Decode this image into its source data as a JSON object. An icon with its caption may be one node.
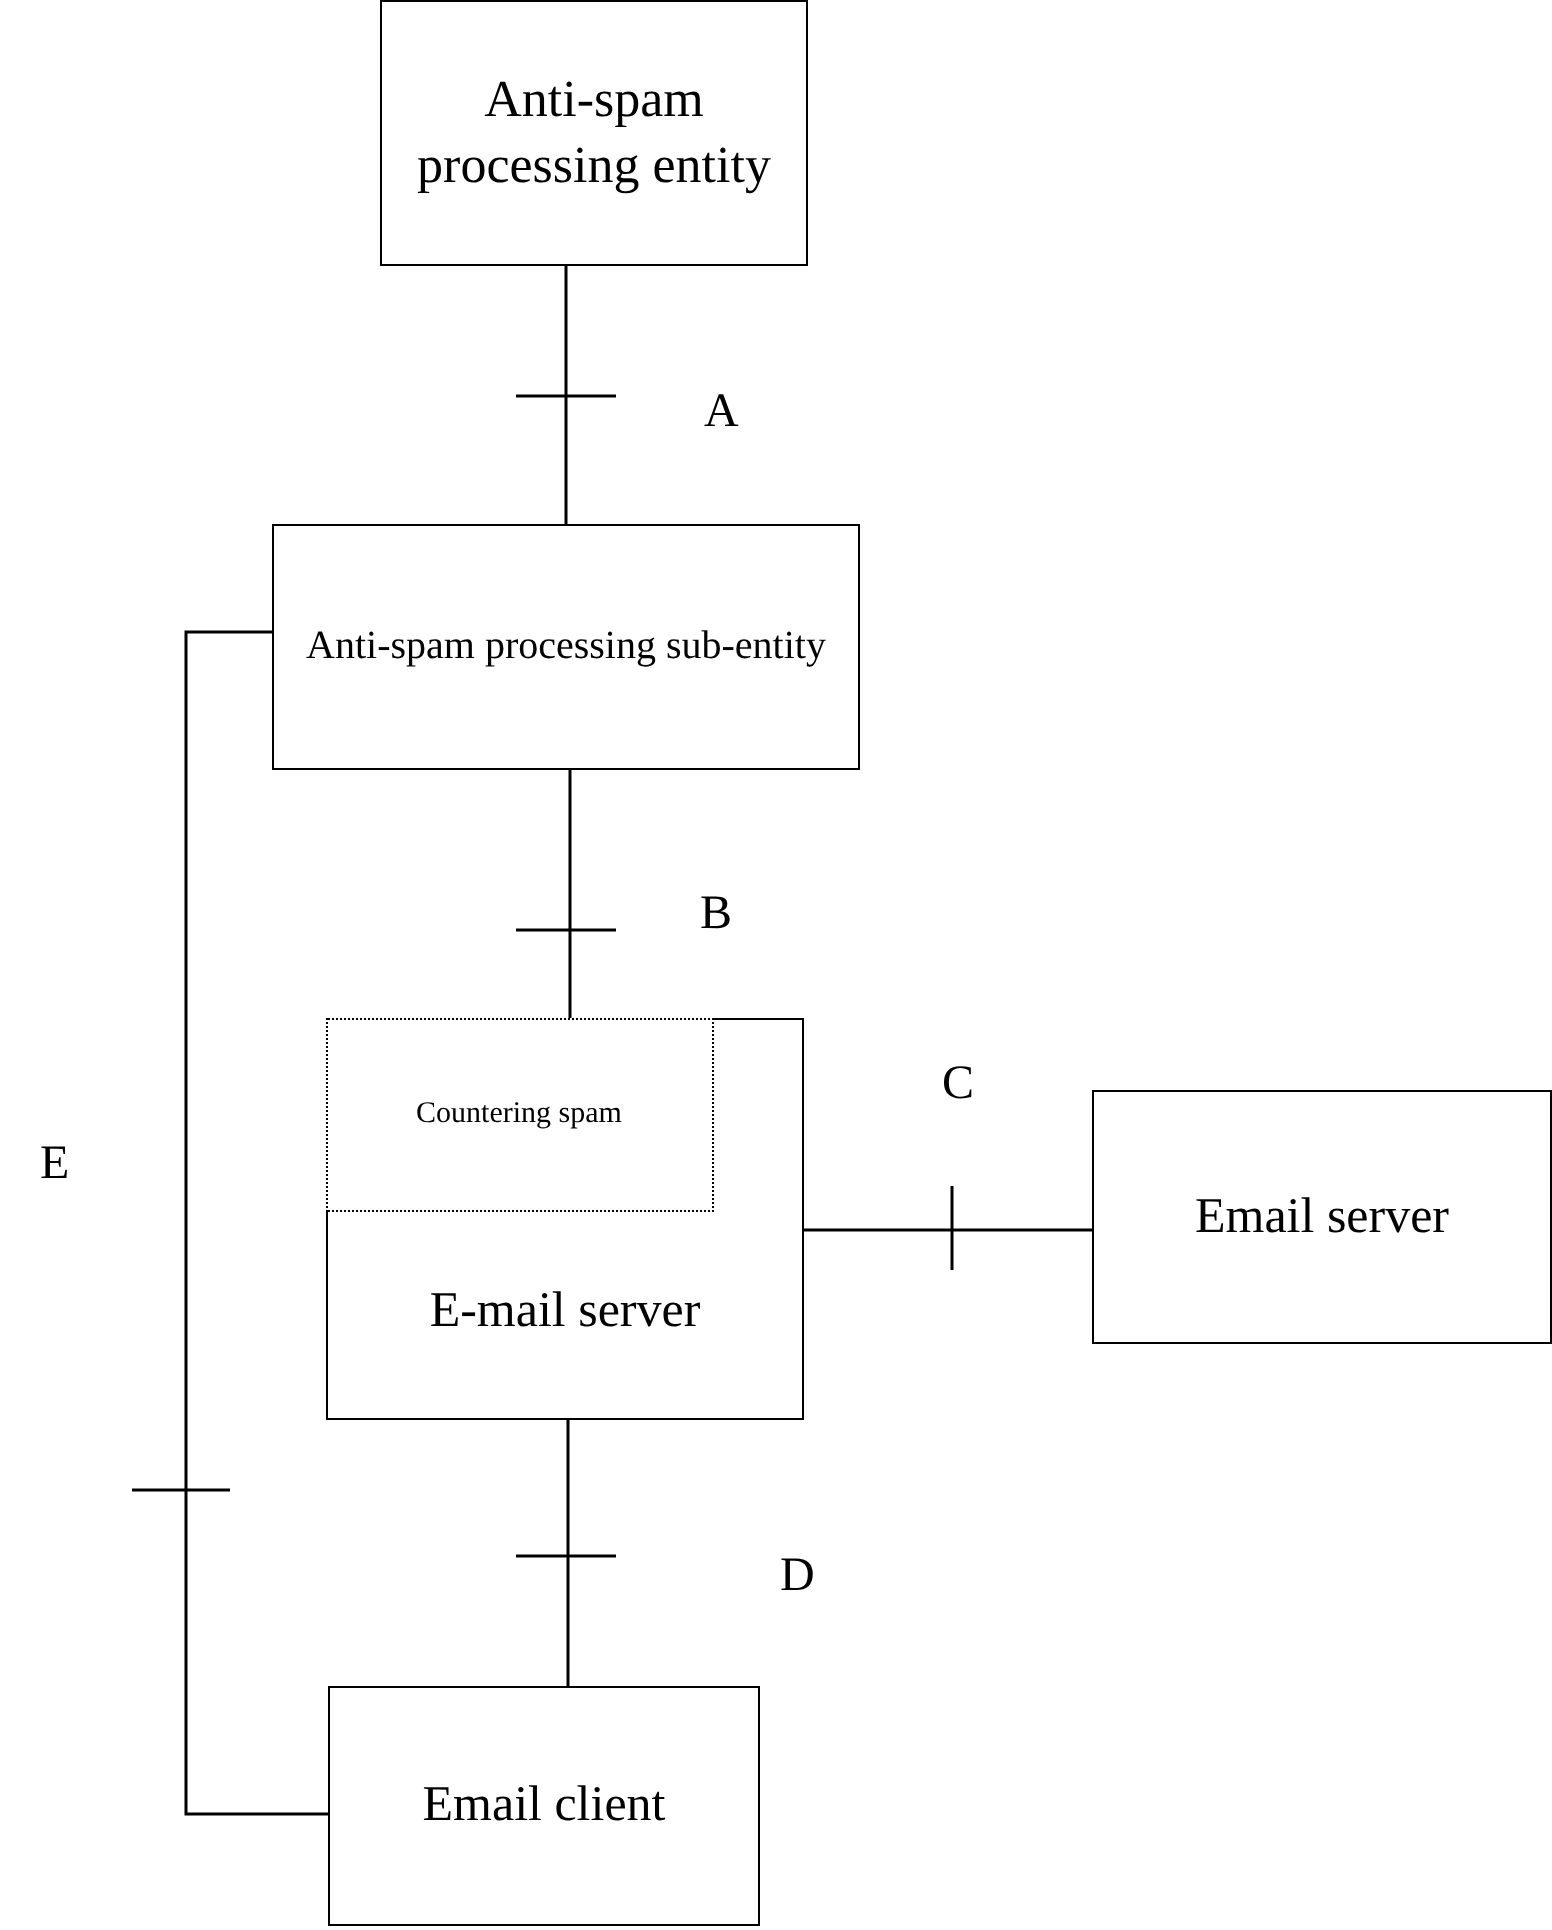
{
  "diagram": {
    "nodes": [
      {
        "text": [
          "Anti-spam processing entity"
        ]
      },
      {
        "text": [
          "Anti-spam processing sub-entity"
        ]
      },
      {
        "text": [
          "E-mail server"
        ]
      },
      {
        "text": [
          "Countering spam"
        ],
        "in": 2
      },
      {
        "text": [
          "Email server"
        ]
      },
      {
        "text": [
          "Email client"
        ]
      }
    ],
    "edges": [
      {
        "from": 0,
        "to": 1,
        "arrow": "none",
        "label": "A"
      },
      {
        "from": 1,
        "to": 2,
        "arrow": "none",
        "label": "B"
      },
      {
        "from": 2,
        "to": 4,
        "arrow": "none",
        "label": "C"
      },
      {
        "from": 2,
        "to": 5,
        "arrow": "none",
        "label": "D"
      },
      {
        "from": 1,
        "to": 5,
        "arrow": "none",
        "label": "E"
      }
    ]
  }
}
